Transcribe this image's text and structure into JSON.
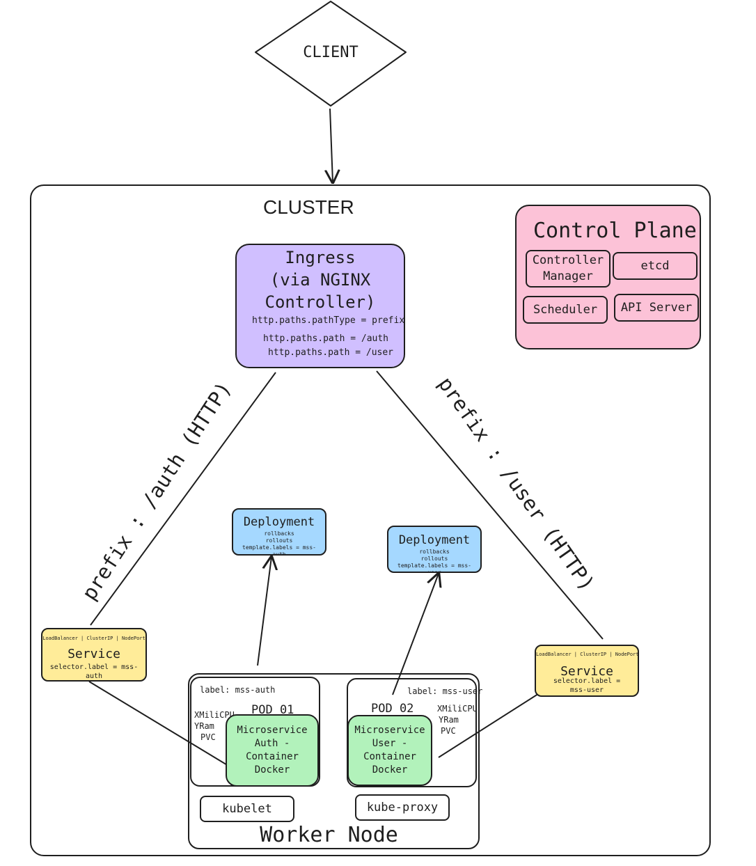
{
  "client": {
    "label": "CLIENT"
  },
  "cluster": {
    "title": "CLUSTER"
  },
  "control_plane": {
    "title": "Control Plane",
    "components": [
      "Controller Manager",
      "etcd",
      "Scheduler",
      "API Server"
    ],
    "color": "#fcc2d7"
  },
  "ingress": {
    "title_lines": [
      "Ingress",
      "(via NGINX",
      "Controller)"
    ],
    "details": [
      "http.paths.pathType = prefix",
      "http.paths.path = /auth",
      "http.paths.path = /user"
    ],
    "color": "#d0bfff"
  },
  "routes": {
    "auth": "prefix : /auth (HTTP)",
    "user": "prefix : /user (HTTP)"
  },
  "deployment_auth": {
    "title": "Deployment",
    "details": [
      "rollbacks",
      "rollouts",
      "template.labels = mss-auth"
    ],
    "color": "#a5d8ff"
  },
  "deployment_user": {
    "title": "Deployment",
    "details": [
      "rollbacks",
      "rollouts",
      "template.labels = mss-user"
    ],
    "color": "#a5d8ff"
  },
  "service_auth": {
    "types": "LoadBalancer | ClusterIP | NodePort",
    "title": "Service",
    "selector": "selector.label = mss-auth",
    "color": "#ffec99"
  },
  "service_user": {
    "types": "LoadBalancer | ClusterIP | NodePort",
    "title": "Service",
    "selector": "selector.label = mss-user",
    "color": "#ffec99"
  },
  "pod_auth": {
    "label": "label: mss-auth",
    "name": "POD 01",
    "resources": [
      "XMiliCPU",
      "YRam",
      "PVC"
    ],
    "container": [
      "Microservice",
      "Auth -",
      "Container",
      "Docker"
    ]
  },
  "pod_user": {
    "label": "label: mss-user",
    "name": "POD 02",
    "resources": [
      "XMiliCPU",
      "YRam",
      "PVC"
    ],
    "container": [
      "Microservice",
      "User -",
      "Container",
      "Docker"
    ]
  },
  "container_color": "#b2f2bb",
  "worker_node": {
    "title": "Worker Node",
    "kubelet": "kubelet",
    "kube_proxy": "kube-proxy"
  }
}
